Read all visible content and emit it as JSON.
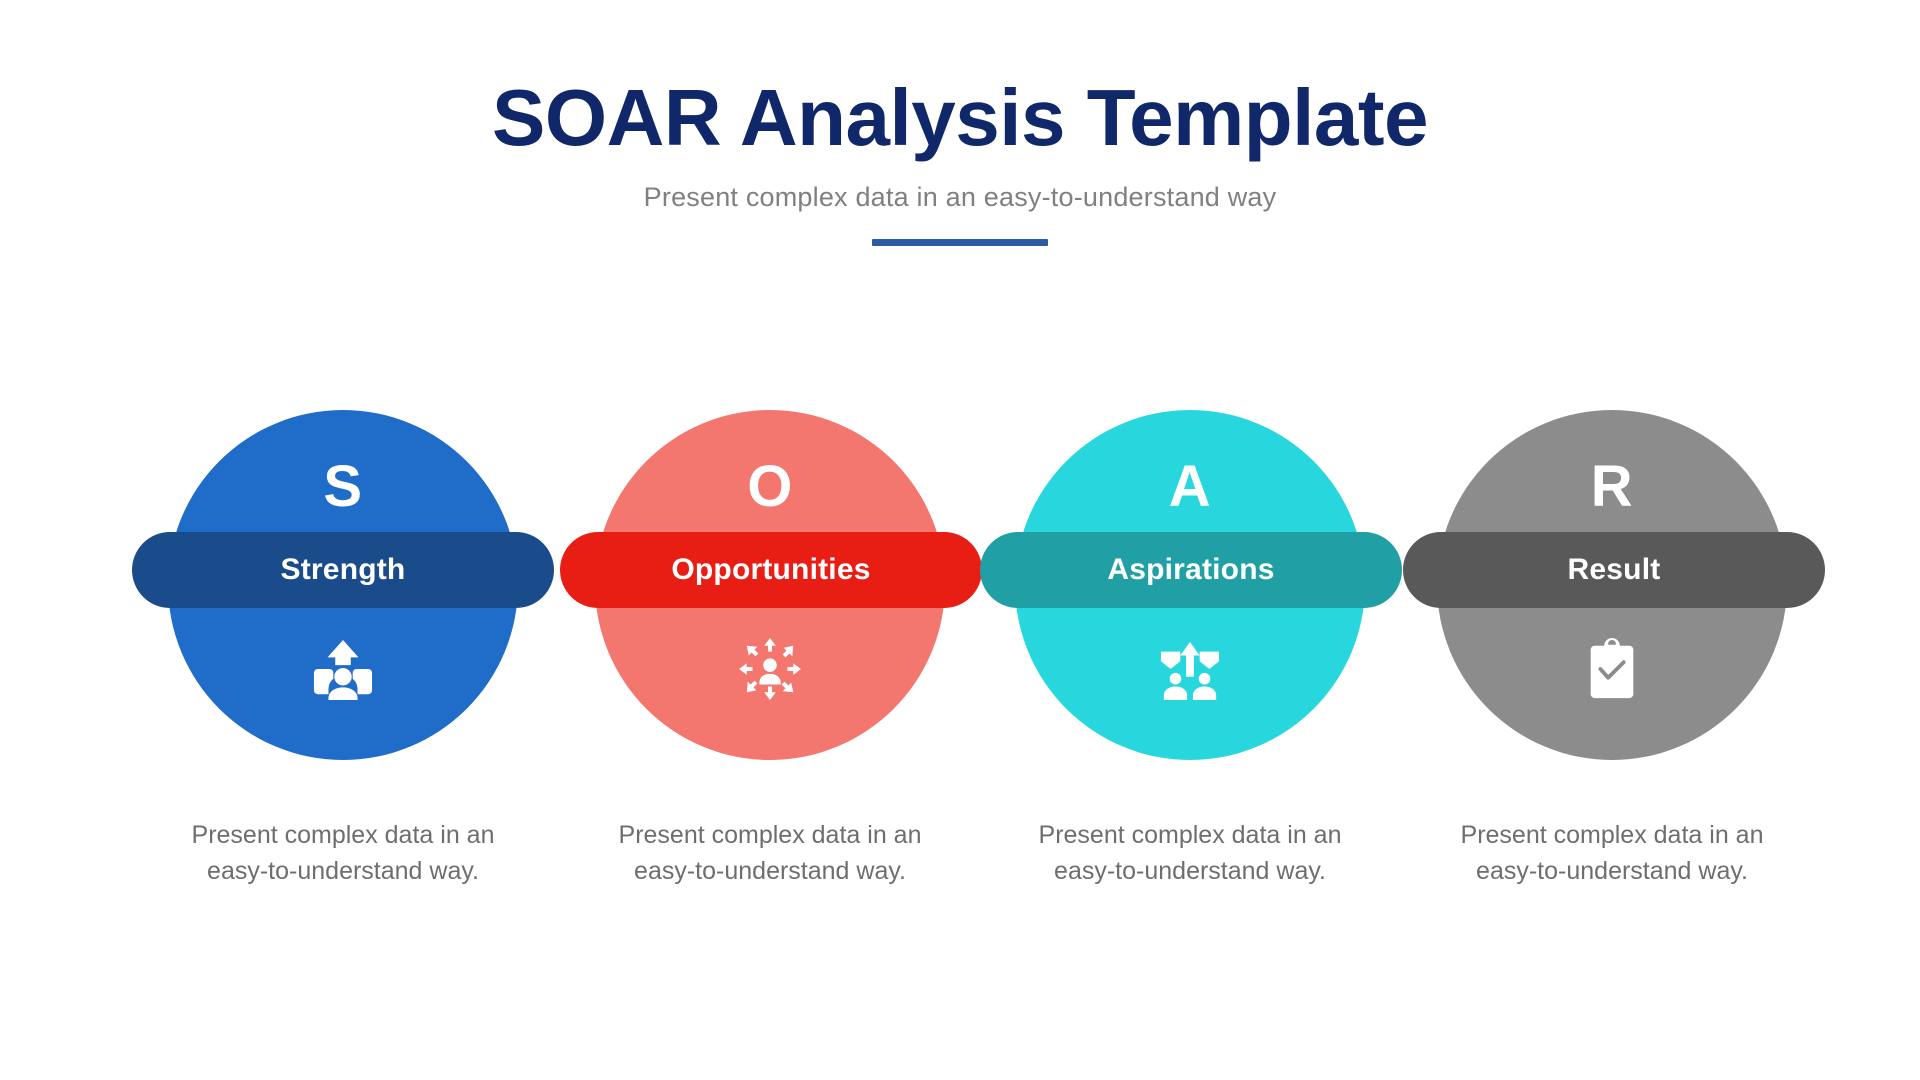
{
  "header": {
    "title": "SOAR Analysis Template",
    "subtitle": "Present complex data in an easy-to-understand way",
    "title_color": "#10286a",
    "subtitle_color": "#808080",
    "divider_color": "#2a5ca5"
  },
  "nodes": [
    {
      "letter": "S",
      "label": "Strength",
      "caption": "Present complex data in an easy-to-understand way.",
      "circle_color": "#1f6cc9",
      "band_color": "#1a4c8c",
      "icon": "person-arrow-up-icon"
    },
    {
      "letter": "O",
      "label": "Opportunities",
      "caption": "Present complex data in an easy-to-understand way.",
      "circle_color": "#f3766f",
      "band_color": "#e81e14",
      "icon": "person-expand-arrows-icon"
    },
    {
      "letter": "A",
      "label": "Aspirations",
      "caption": "Present complex data in an easy-to-understand way.",
      "circle_color": "#28d7dd",
      "band_color": "#20a0a5",
      "icon": "people-converge-arrow-icon"
    },
    {
      "letter": "R",
      "label": "Result",
      "caption": "Present complex data in an easy-to-understand way.",
      "circle_color": "#8c8c8c",
      "band_color": "#595959",
      "icon": "clipboard-check-icon"
    }
  ]
}
